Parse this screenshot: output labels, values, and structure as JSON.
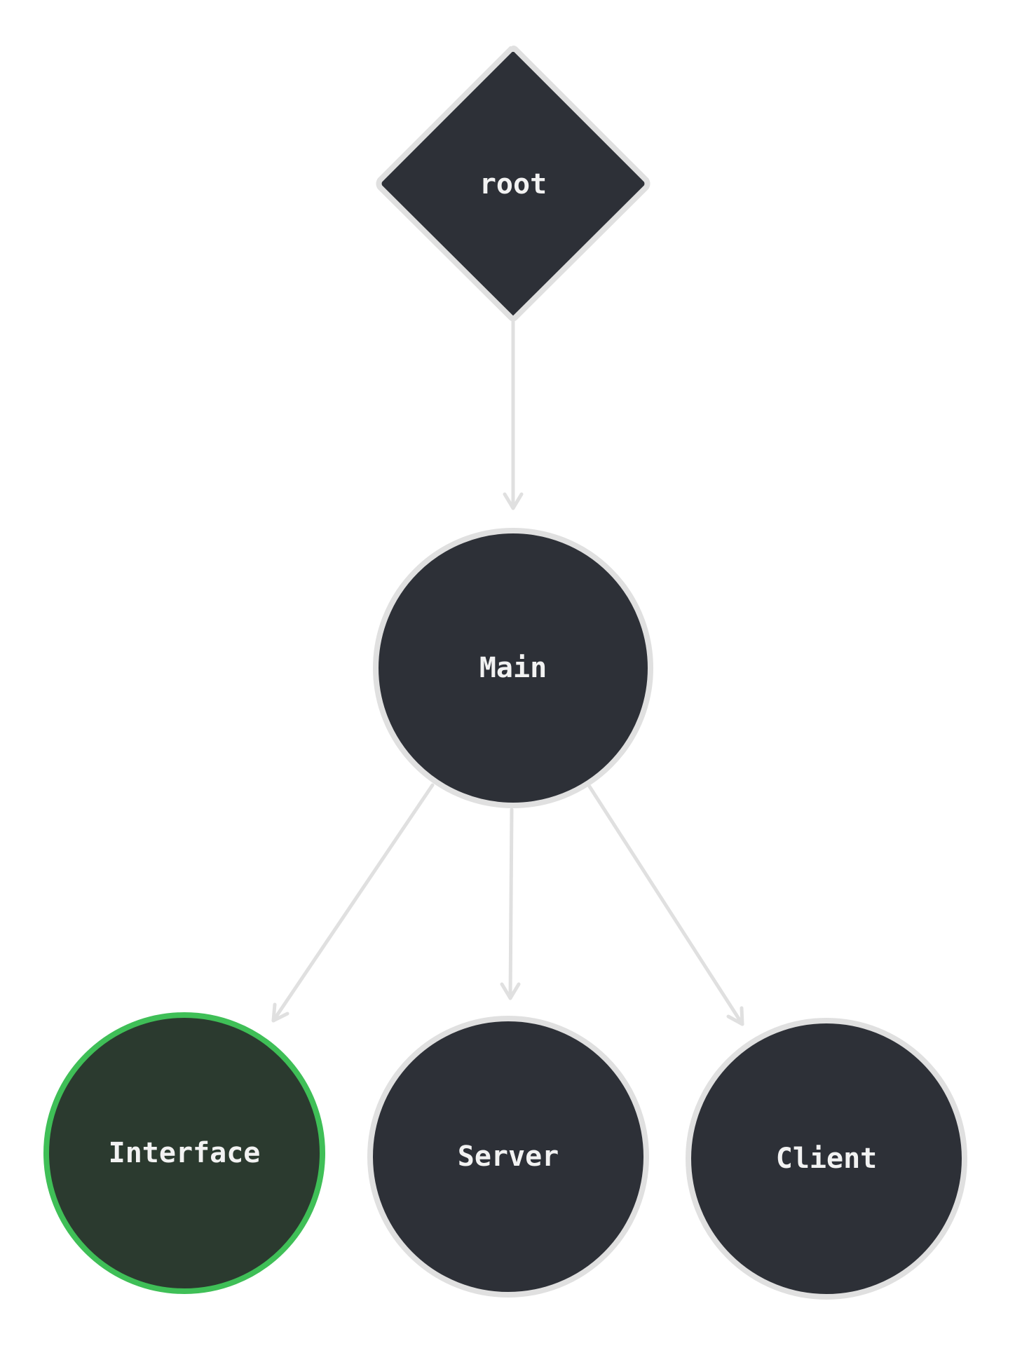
{
  "diagram": {
    "nodes": [
      {
        "id": "root",
        "label": "root",
        "shape": "diamond",
        "highlighted": false
      },
      {
        "id": "main",
        "label": "Main",
        "shape": "circle",
        "highlighted": false
      },
      {
        "id": "interface",
        "label": "Interface",
        "shape": "circle",
        "highlighted": true
      },
      {
        "id": "server",
        "label": "Server",
        "shape": "circle",
        "highlighted": false
      },
      {
        "id": "client",
        "label": "Client",
        "shape": "circle",
        "highlighted": false
      }
    ],
    "edges": [
      {
        "from": "root",
        "to": "main"
      },
      {
        "from": "main",
        "to": "interface"
      },
      {
        "from": "main",
        "to": "server"
      },
      {
        "from": "main",
        "to": "client"
      }
    ]
  },
  "colors": {
    "background": "#ffffff",
    "node_fill": "#2d3037",
    "node_stroke": "#e0e0e0",
    "highlight_fill": "#2b3a2f",
    "highlight_stroke": "#3fbf57",
    "label_text": "#f2f2f2",
    "edge": "#e0e0e0"
  }
}
